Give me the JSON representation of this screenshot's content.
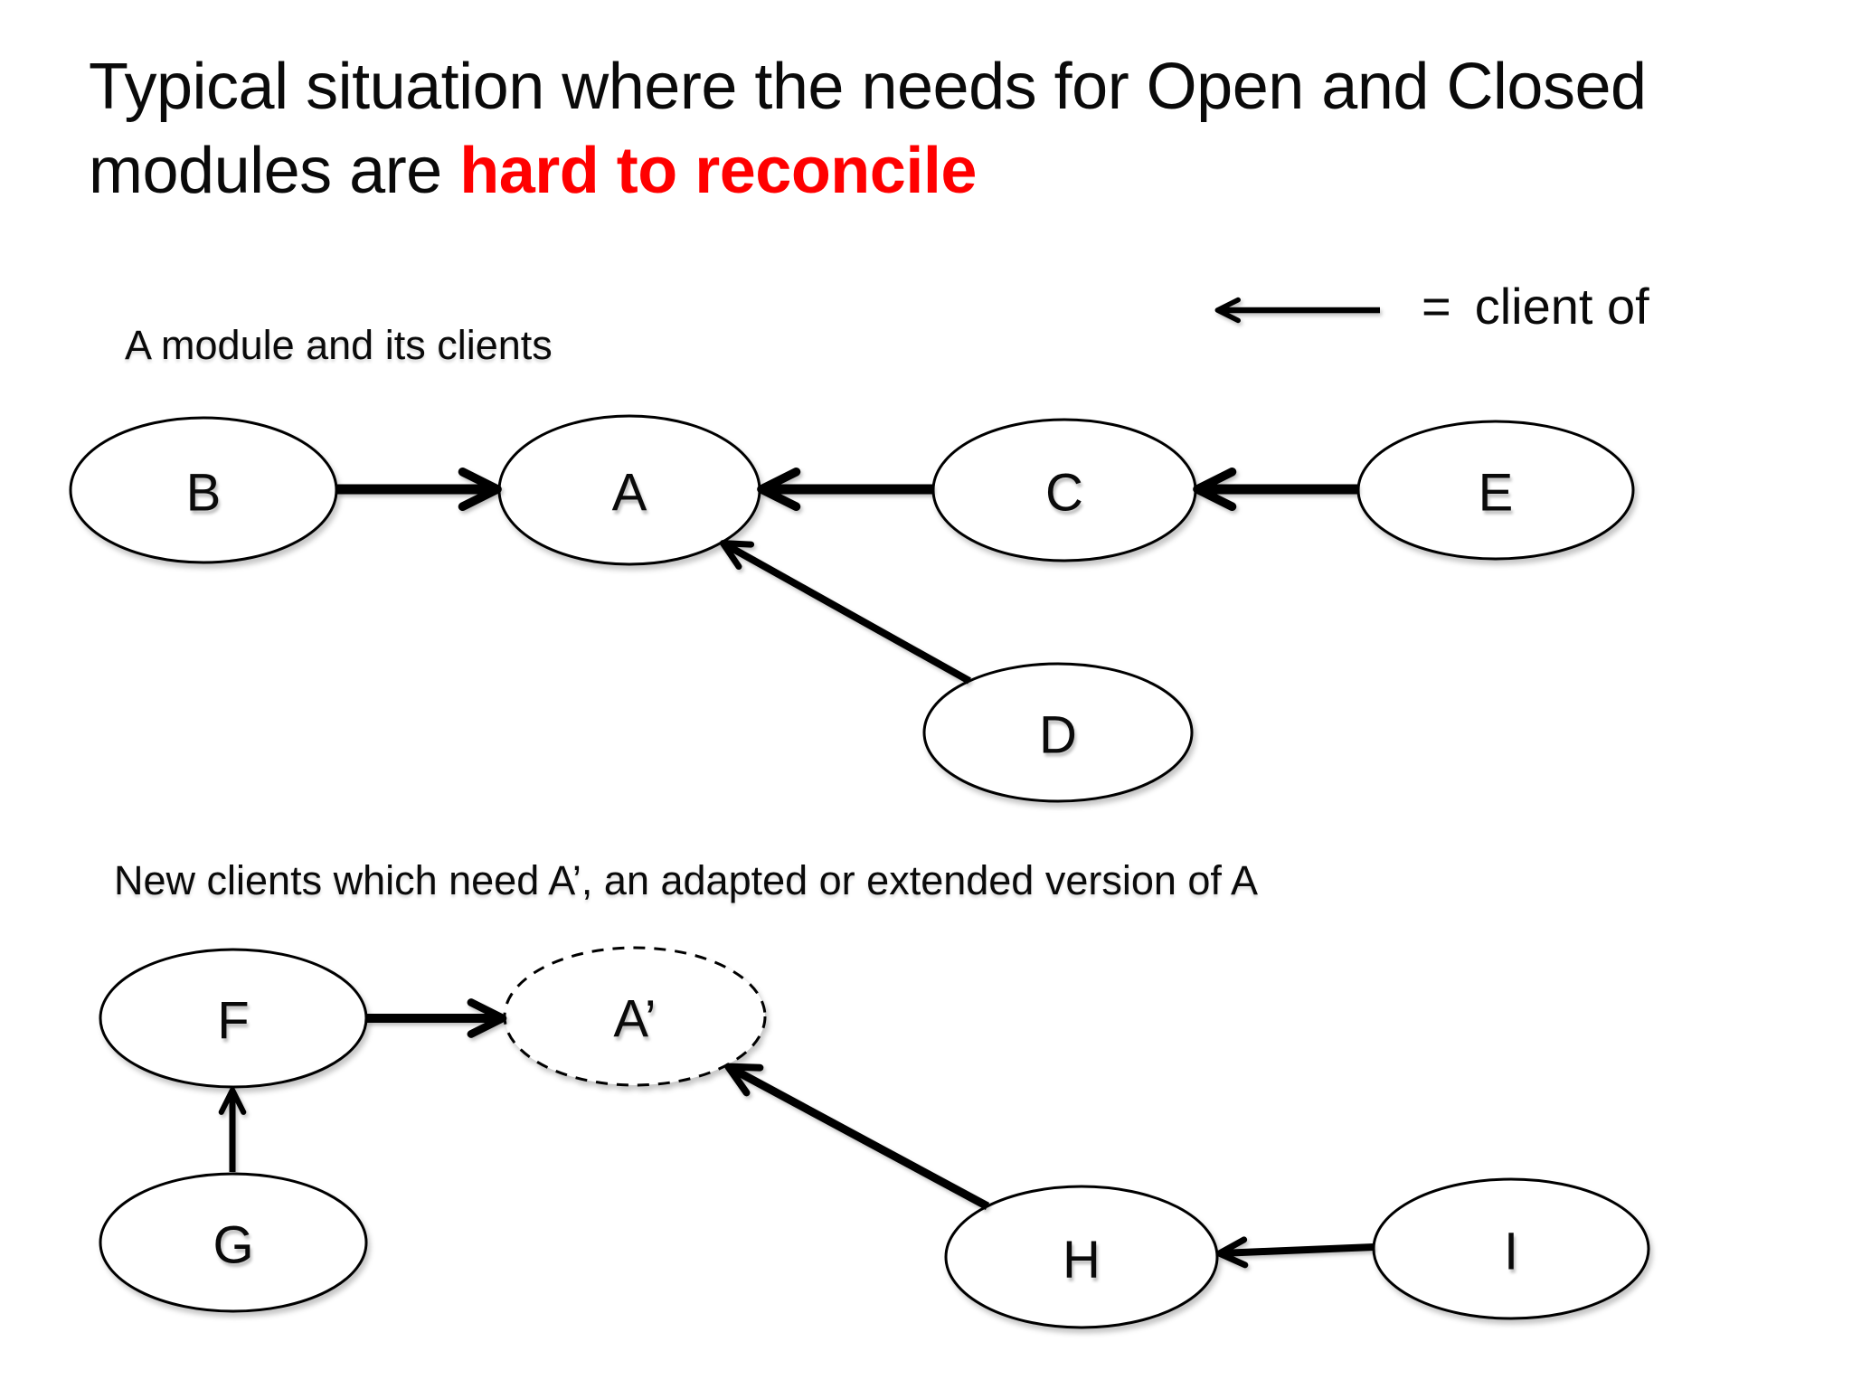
{
  "title": {
    "line1": "Typical situation where the needs for Open and Closed",
    "line2_prefix": "modules are ",
    "line2_emphasis": "hard to reconcile",
    "emphasis_color": "#ff0000"
  },
  "legend": {
    "equals": "=",
    "label": "client of",
    "symbol": "left-arrow"
  },
  "sections": [
    {
      "caption": "A module and its clients"
    },
    {
      "caption": "New clients which need A’, an adapted or extended version of A"
    }
  ],
  "nodes": {
    "B": "B",
    "A": "A",
    "C": "C",
    "E": "E",
    "D": "D",
    "F": "F",
    "APRIME": "A’",
    "G": "G",
    "H": "H",
    "I": "I"
  },
  "edges": [
    {
      "from": "B",
      "to": "A",
      "relation": "client of"
    },
    {
      "from": "C",
      "to": "A",
      "relation": "client of"
    },
    {
      "from": "D",
      "to": "A",
      "relation": "client of"
    },
    {
      "from": "E",
      "to": "C",
      "relation": "client of"
    },
    {
      "from": "F",
      "to": "A’",
      "relation": "client of"
    },
    {
      "from": "G",
      "to": "F",
      "relation": "client of"
    },
    {
      "from": "H",
      "to": "A’",
      "relation": "client of"
    },
    {
      "from": "I",
      "to": "H",
      "relation": "client of"
    }
  ],
  "colors": {
    "background": "#ffffff",
    "text": "#0a0a0a",
    "emphasis": "#ff0000",
    "shape_stroke": "#000000"
  }
}
